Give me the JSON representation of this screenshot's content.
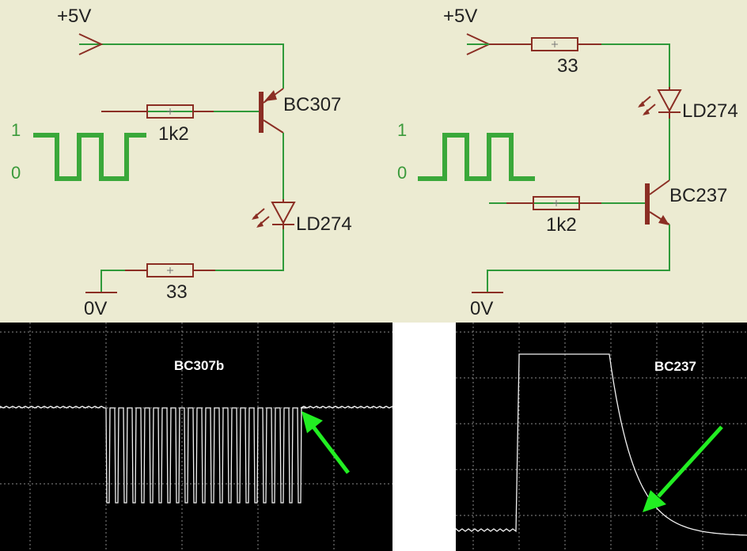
{
  "left_circuit": {
    "supply_label": "+5V",
    "ground_label": "0V",
    "transistor_label": "BC307",
    "led_label": "LD274",
    "base_resistor_label": "1k2",
    "led_resistor_label": "33",
    "high_level": "1",
    "low_level": "0"
  },
  "right_circuit": {
    "supply_label": "+5V",
    "ground_label": "0V",
    "transistor_label": "BC237",
    "led_label": "LD274",
    "base_resistor_label": "1k2",
    "led_resistor_label": "33",
    "high_level": "1",
    "low_level": "0"
  },
  "left_scope": {
    "title": "BC307b"
  },
  "right_scope": {
    "title": "BC237"
  },
  "colors": {
    "schematic_bg": "#ecebd2",
    "wire": "#2f9a3a",
    "component": "#8b2e24",
    "signal_wave": "#3aa83a",
    "scope_bg": "#000000",
    "trace": "#f2f2f2",
    "arrow": "#22ee22"
  }
}
